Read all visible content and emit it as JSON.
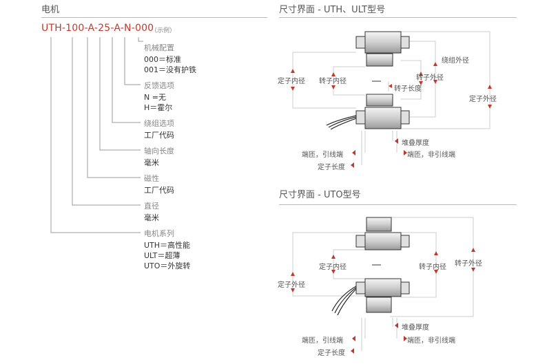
{
  "left": {
    "title": "电机",
    "code": "UTH-100-A-25-A-N-000",
    "example": "（示例）",
    "items": [
      {
        "label": "机械配置",
        "values": [
          "000＝标准",
          "001＝没有护铁"
        ]
      },
      {
        "label": "反馈选项",
        "values": [
          "N =无",
          "H＝霍尔"
        ]
      },
      {
        "label": "绕组选项",
        "values": [
          "工厂代码"
        ]
      },
      {
        "label": "轴向长度",
        "values": [
          "毫米"
        ]
      },
      {
        "label": "磁性",
        "values": [
          "工厂代码"
        ]
      },
      {
        "label": "直径",
        "values": [
          "毫米"
        ]
      },
      {
        "label": "电机系列",
        "values": [
          "UTH＝高性能",
          "ULT＝超薄",
          "UTO＝外旋转"
        ]
      }
    ]
  },
  "uth": {
    "title": "尺寸界面 - UTH、ULT型号",
    "stator_inner": "定子内径",
    "rotor_inner": "转子内径",
    "rotor_length": "转子长度",
    "rotor_outer": "转子外径",
    "winding_outer": "绕组外径",
    "stator_outer": "定子外径",
    "stack_thickness": "堆叠厚度",
    "end_lead": "端匝，引线端",
    "end_nonlead": "端匝，非引线端",
    "stator_length": "定子长度"
  },
  "uto": {
    "title": "尺寸界面 - UTO型号",
    "stator_inner": "定子内径",
    "rotor_inner": "转子内径",
    "rotor_outer": "转子外径",
    "stator_outer": "定子外径",
    "stack_thickness": "堆叠厚度",
    "end_lead": "端匝，引线端",
    "end_nonlead": "端匝，非引线端",
    "stator_length": "定子长度"
  }
}
